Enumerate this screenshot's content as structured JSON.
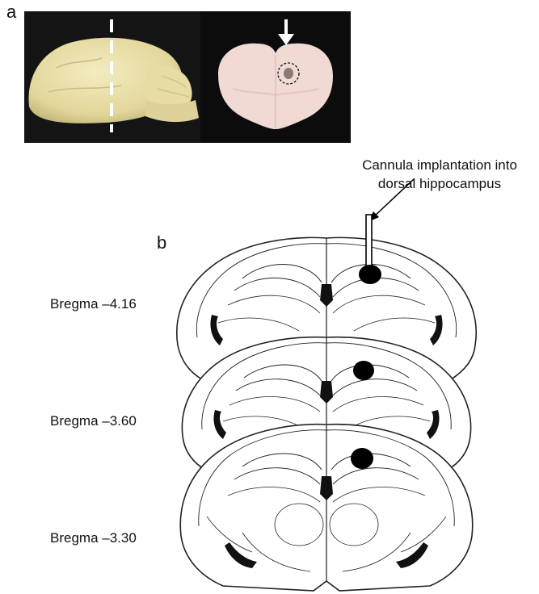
{
  "panels": {
    "a": {
      "label": "a"
    },
    "b": {
      "label": "b"
    }
  },
  "annotation": {
    "line1": "Cannula implantation into",
    "line2": "dorsal hippocampus"
  },
  "sections": [
    {
      "label": "Bregma –4.16"
    },
    {
      "label": "Bregma –3.60"
    },
    {
      "label": "Bregma –3.30"
    }
  ],
  "colors": {
    "brain_tissue": "#e8dfa8",
    "slice_tissue": "#f1dcd6",
    "photo_background": "#111111",
    "lesion_marker": "#000000"
  }
}
